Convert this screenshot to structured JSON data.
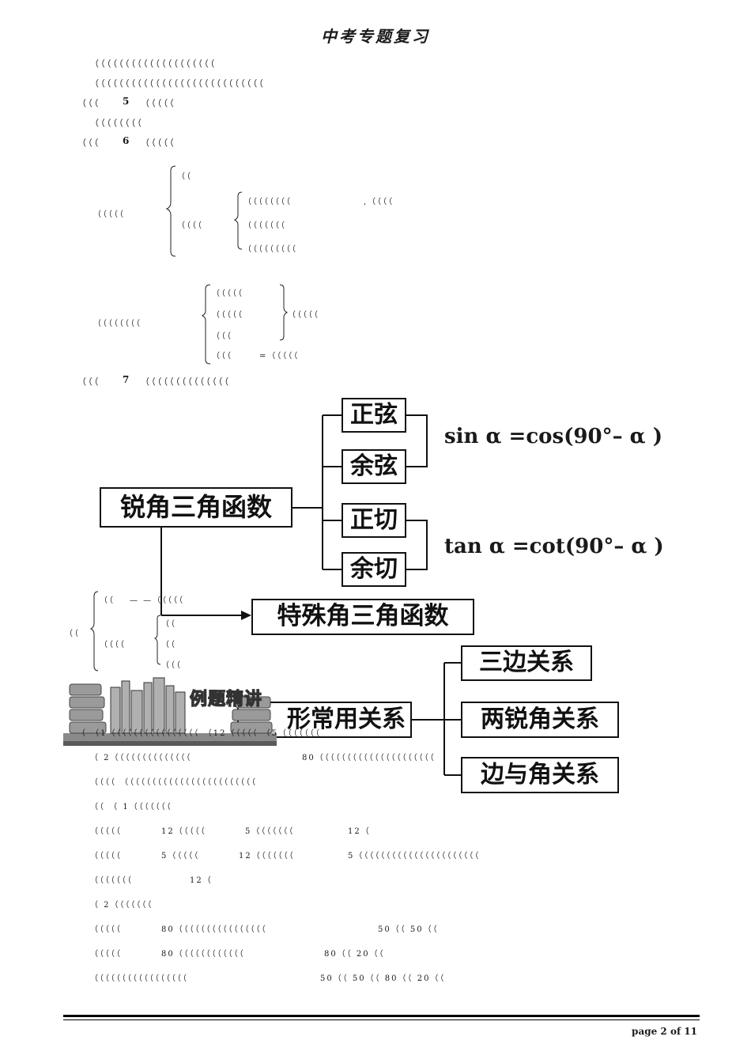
{
  "header": {
    "title": "中考专题复习"
  },
  "intro": {
    "line1": "（（（（（（（（（（（（（（（（（（（（",
    "line2": "（（（（（（（（（（（（（（（（（（（（（（（（（（（（"
  },
  "kp5": {
    "label": "（（（",
    "num": "5",
    "text": "（（（（（",
    "sub": "（（（（（（（（"
  },
  "kp6": {
    "label": "（（（",
    "num": "6",
    "text": "（（（（（",
    "tree1": {
      "root": "（（（（（",
      "a": "（（",
      "b": "（（（（",
      "b1": "（（（（（（（（",
      "b1_tail": ",（（（（",
      "b2": "（（（（（（（",
      "b3": "（（（（（（（（（"
    },
    "tree2": {
      "root": "（（（（（（（（",
      "c1": "（（（（（",
      "c2": "（（（（（",
      "c3": "（（（",
      "c4": "（（（",
      "c4_tail": "=（（（（（",
      "brace_label": "（（（（（"
    }
  },
  "kp7": {
    "label": "（（（",
    "num": "7",
    "text": "（（（（（（（（（（（（（（"
  },
  "diagram": {
    "main": "锐角三角函数",
    "sin": "正弦",
    "cos": "余弦",
    "tan": "正切",
    "cot": "余切",
    "formula1": "sin α =cos(90°– α )",
    "formula2": "tan α =cot(90°– α )",
    "special": "特殊角三角函数",
    "relation": "形常用关系",
    "rel1": "三边关系",
    "rel2": "两锐角关系",
    "rel3": "边与角关系",
    "side_root": "（（",
    "side_a": "（（",
    "side_a_tail": "— —（（（（（",
    "side_b": "（（（（",
    "side_b1": "（（",
    "side_b2": "（（",
    "side_b3": "（（（"
  },
  "banner": {
    "text": "例题精讲"
  },
  "examples": {
    "e1": "（ （1（（（（（（（（（（（（（（（（ （12（（（（（ （5（（（（（（（",
    "e2a": "（ 2（（（（（（（（（（（（（（",
    "e2b": "80（（（（（（（（（（（（（（（（（（（（（",
    "ans": "（（（（ （（（（（（（（（（（（（（（（（（（（（（（（",
    "s1": "（（ （ 1（（（（（（（",
    "s1a": "（（（（（",
    "s1a_n1": "12（（（（（",
    "s1a_n2": "5（（（（（（（",
    "s1a_n3": "12（",
    "s1b": "（（（（（",
    "s1b_n1": "5（（（（（",
    "s1b_n2": "12（（（（（（（",
    "s1b_n3": "5（（（（（（（（（（（（（（（（（（（（（（",
    "s1c": "（（（（（（（",
    "s1c_n": "12（",
    "s2": "（ 2（（（（（（（",
    "s2a": "（（（（（",
    "s2a_n1": "80（（（（（（（（（（（（（（（（",
    "s2a_n2": "50（（ 50（（",
    "s2b": "（（（（（",
    "s2b_n1": "80（（（（（（（（（（（（",
    "s2b_n2": "80（（ 20（（",
    "s2c": "（（（（（（（（（（（（（（（（（",
    "s2c_n": "50（（ 50（（ 80（（ 20（（"
  },
  "footer": {
    "page": "page 2 of 11"
  }
}
